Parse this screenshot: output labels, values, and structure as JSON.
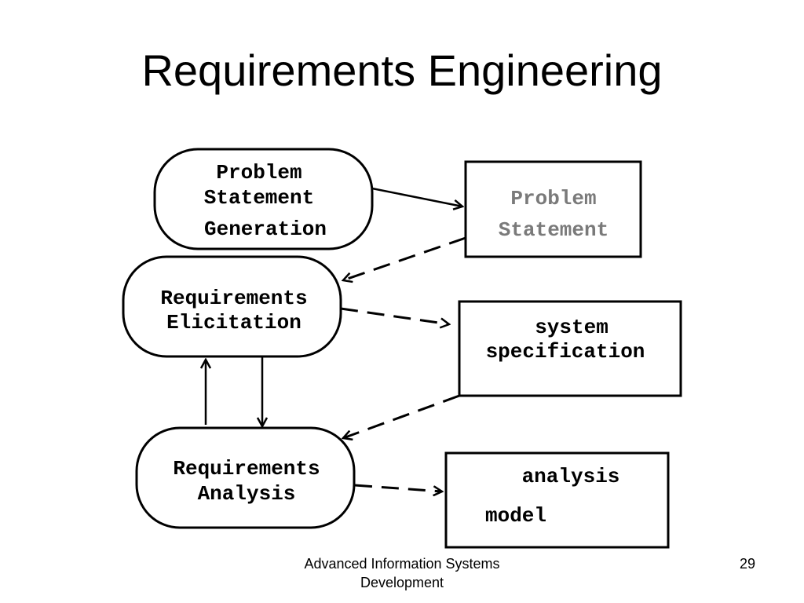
{
  "slide": {
    "title": "Requirements Engineering",
    "footer_line1": "Advanced  Information Systems",
    "footer_line2": "Development",
    "page_number": "29"
  },
  "diagram": {
    "processes": [
      {
        "id": "psg",
        "lines": [
          "Problem",
          "Statement",
          "Generation"
        ]
      },
      {
        "id": "re",
        "lines": [
          "Requirements",
          "Elicitation"
        ]
      },
      {
        "id": "ra",
        "lines": [
          "Requirements",
          "Analysis"
        ]
      }
    ],
    "artifacts": [
      {
        "id": "ps",
        "lines": [
          "Problem",
          "Statement"
        ],
        "color": "#7a7a7a"
      },
      {
        "id": "ss",
        "lines": [
          "system",
          "specification"
        ],
        "color": "#000000"
      },
      {
        "id": "am",
        "lines": [
          "analysis",
          "model"
        ],
        "color": "#000000"
      }
    ],
    "edges": [
      {
        "from": "psg",
        "to": "ps",
        "style": "solid"
      },
      {
        "from": "ps",
        "to": "re",
        "style": "dashed"
      },
      {
        "from": "re",
        "to": "ss",
        "style": "dashed"
      },
      {
        "from": "ss",
        "to": "ra",
        "style": "dashed"
      },
      {
        "from": "re",
        "to": "ra",
        "style": "solid"
      },
      {
        "from": "ra",
        "to": "re",
        "style": "solid"
      },
      {
        "from": "ra",
        "to": "am",
        "style": "dashed"
      }
    ]
  }
}
